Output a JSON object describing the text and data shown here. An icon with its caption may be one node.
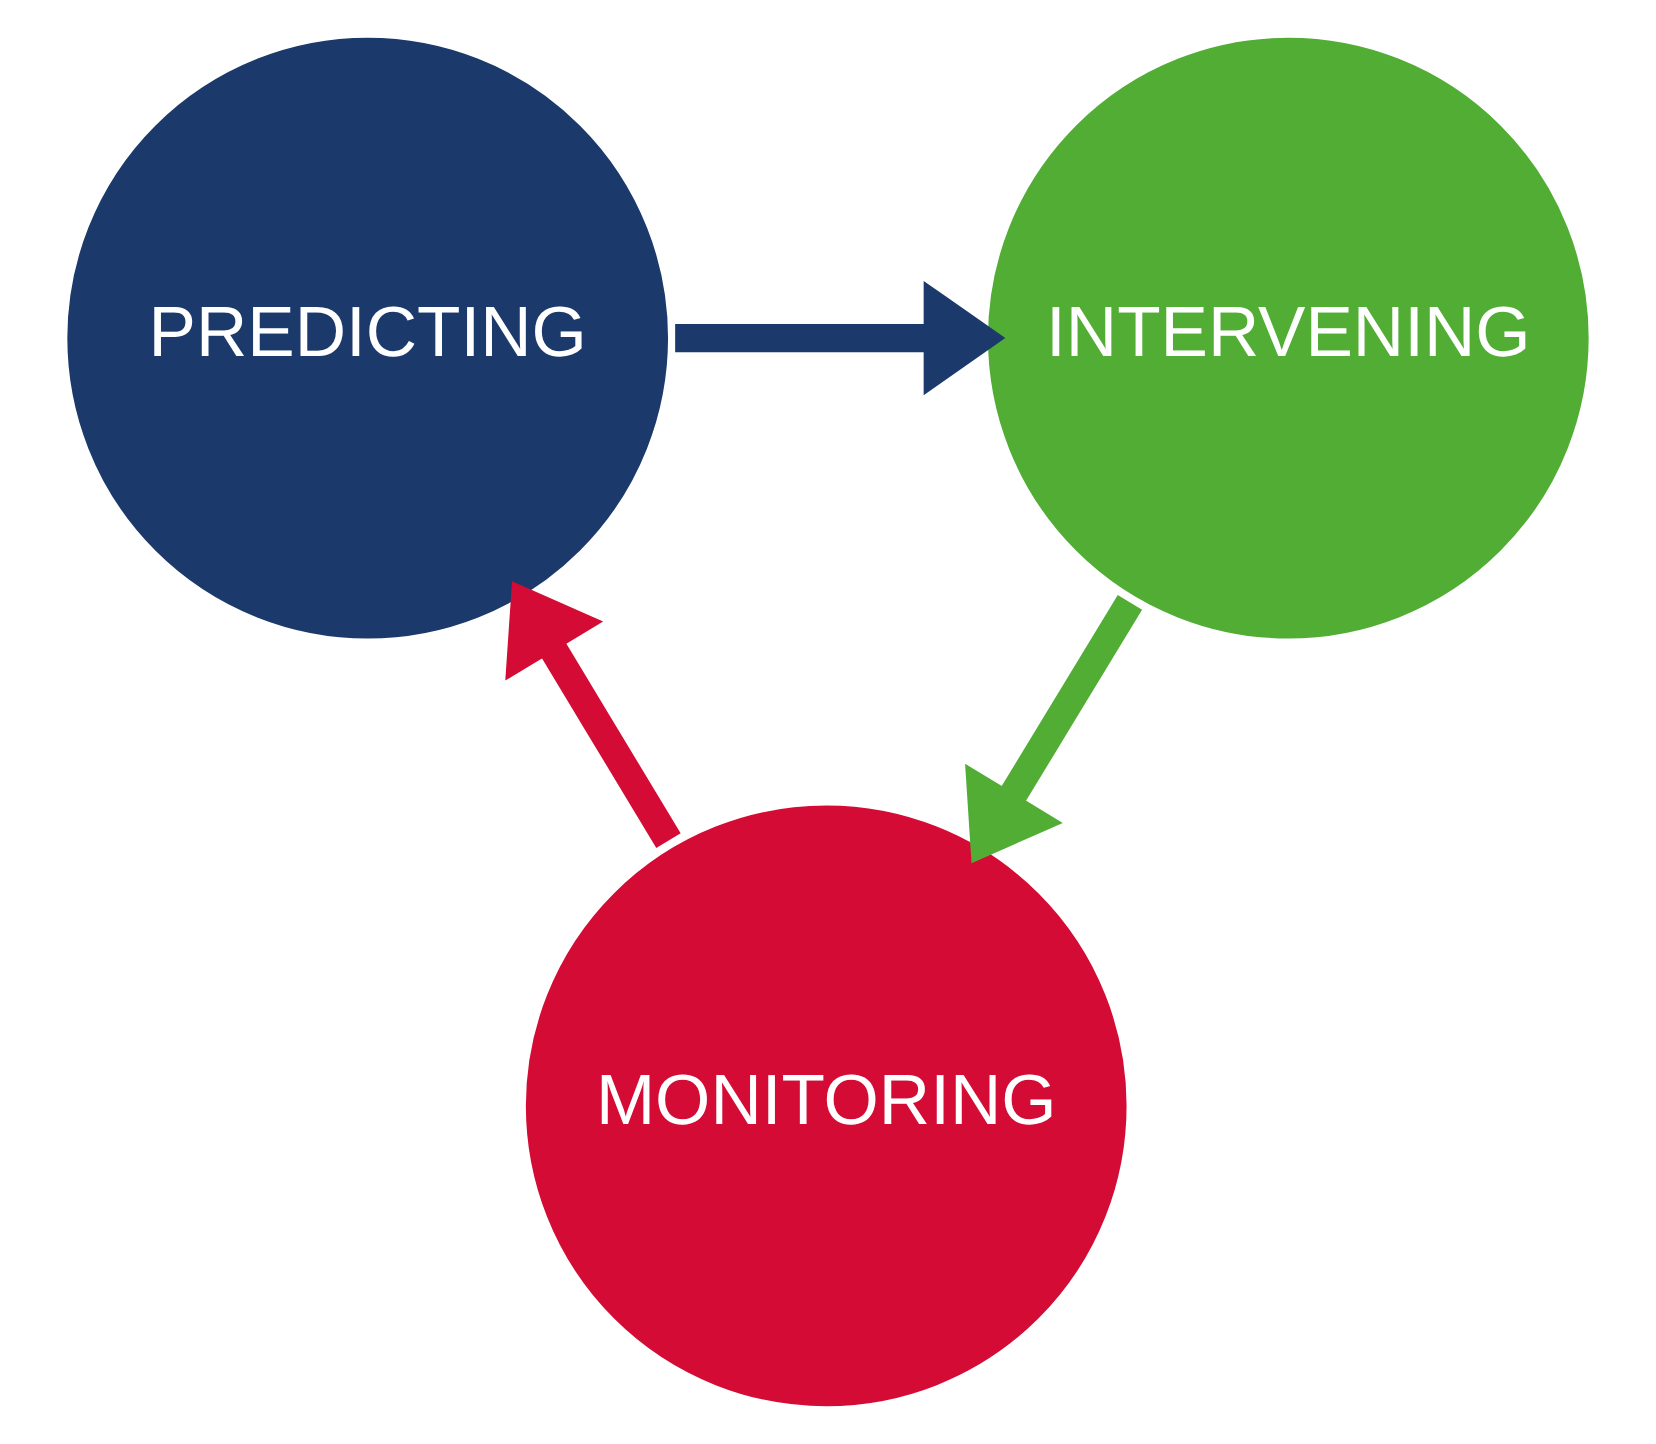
{
  "diagram": {
    "nodes": [
      {
        "text": [
          "MONITORING"
        ]
      },
      {
        "text": [
          "PREDICTING"
        ]
      },
      {
        "text": [
          "INTERVENING"
        ]
      }
    ],
    "edges": [
      {
        "from": 0,
        "to": 1,
        "arrow": "to",
        "color": "#d40c35"
      },
      {
        "from": 1,
        "to": 2,
        "arrow": "to",
        "color": "#1b3a6b"
      },
      {
        "from": 2,
        "to": 0,
        "arrow": "to",
        "color": "#52ad35"
      }
    ]
  }
}
